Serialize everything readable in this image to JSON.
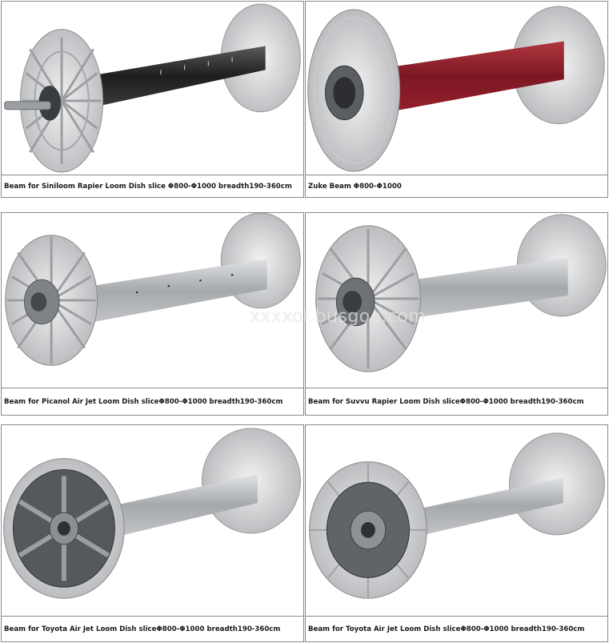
{
  "products": [
    {
      "caption": "Beam for Siniloom Rapier Loom Dish slice Φ800-Φ1000 breadth190-360cm",
      "tube_color": "#2b2b2b",
      "flange_style": "spoked",
      "hub_style": "shaft"
    },
    {
      "caption": "Zuke Beam Φ800-Φ1000",
      "tube_color": "#8f1e2a",
      "flange_style": "plain",
      "hub_style": "gear"
    },
    {
      "caption": "Beam for Picanol Air Jet Loom Dish sliceΦ800-Φ1000 breadth190-360cm",
      "tube_color": "#c9ccd0",
      "flange_style": "spoked",
      "hub_style": "hub"
    },
    {
      "caption": "Beam for Suvvu Rapier Loom Dish sliceΦ800-Φ1000 breadth190-360cm",
      "tube_color": "#c9ccd0",
      "flange_style": "spoked",
      "hub_style": "hub"
    },
    {
      "caption": "Beam for Toyota Air Jet Loom Dish sliceΦ800-Φ1000 breadth190-360cm",
      "tube_color": "#c9ccd0",
      "flange_style": "spoked-dark",
      "hub_style": "wheel"
    },
    {
      "caption": "Beam for Toyota Air Jet Loom Dish sliceΦ800-Φ1000 breadth190-360cm",
      "tube_color": "#c9ccd0",
      "flange_style": "spoked-dark",
      "hub_style": "wheel"
    }
  ],
  "watermark": "xxxxol.busgoo.com"
}
